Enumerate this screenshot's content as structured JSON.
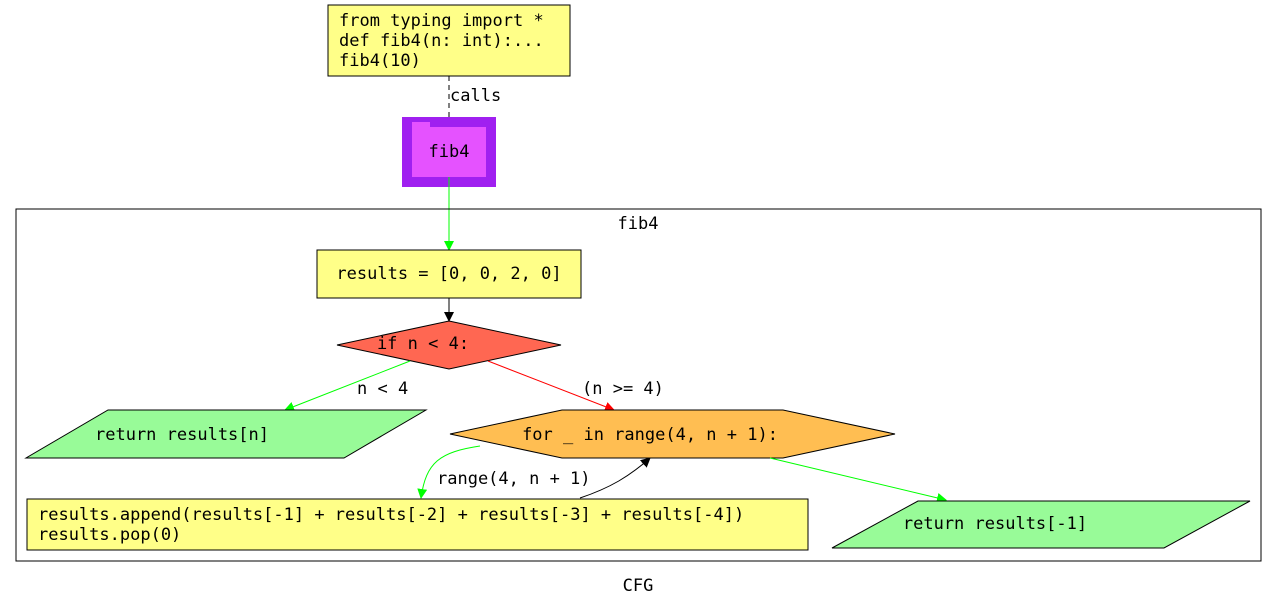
{
  "diagram": {
    "caption": "CFG",
    "entry_code": {
      "lines": [
        "from typing import *",
        "def fib4(n: int):...",
        "fib4(10)"
      ]
    },
    "edge_calls_label": "calls",
    "function_node": {
      "label": "fib4"
    },
    "cluster": {
      "title": "fib4"
    },
    "nodes": {
      "assign": {
        "text": "results = [0, 0, 2, 0]"
      },
      "condition": {
        "text": "if n < 4:"
      },
      "return_n": {
        "text": "return results[n]"
      },
      "loop": {
        "text": "for _ in range(4, n + 1):"
      },
      "body": {
        "lines": [
          "results.append(results[-1] + results[-2] + results[-3] + results[-4])",
          "results.pop(0)"
        ]
      },
      "return_last": {
        "text": "return results[-1]"
      }
    },
    "edge_labels": {
      "true_branch": "n < 4",
      "false_branch": "(n >= 4)",
      "loop_iter": "range(4, n + 1)"
    },
    "colors": {
      "code_box": "#ffff88",
      "function_outer": "#a020f0",
      "function_inner": "#e552ff",
      "condition": "#ff6752",
      "loop": "#ffbe52",
      "return": "#98fb98",
      "edge_true": "#00ff00",
      "edge_false": "#ff0000",
      "edge_default": "#000000"
    }
  }
}
